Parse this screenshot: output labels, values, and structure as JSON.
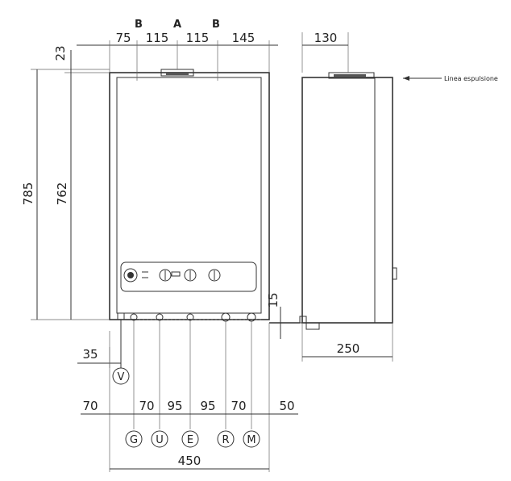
{
  "top_letters": [
    "B",
    "A",
    "B"
  ],
  "top_dims": [
    "75",
    "115",
    "115",
    "145"
  ],
  "side_top_dim": "130",
  "height_dims": {
    "overall": "785",
    "body": "762",
    "offset": "23"
  },
  "small_dim": "15",
  "depth_dim": "250",
  "v_offset_dim": "35",
  "v_label": "V",
  "bottom_dims": [
    "70",
    "70",
    "95",
    "95",
    "70",
    "50"
  ],
  "connections": [
    "G",
    "U",
    "E",
    "R",
    "M"
  ],
  "total_width_dim": "450",
  "side_annotation": "Linea espulsione"
}
